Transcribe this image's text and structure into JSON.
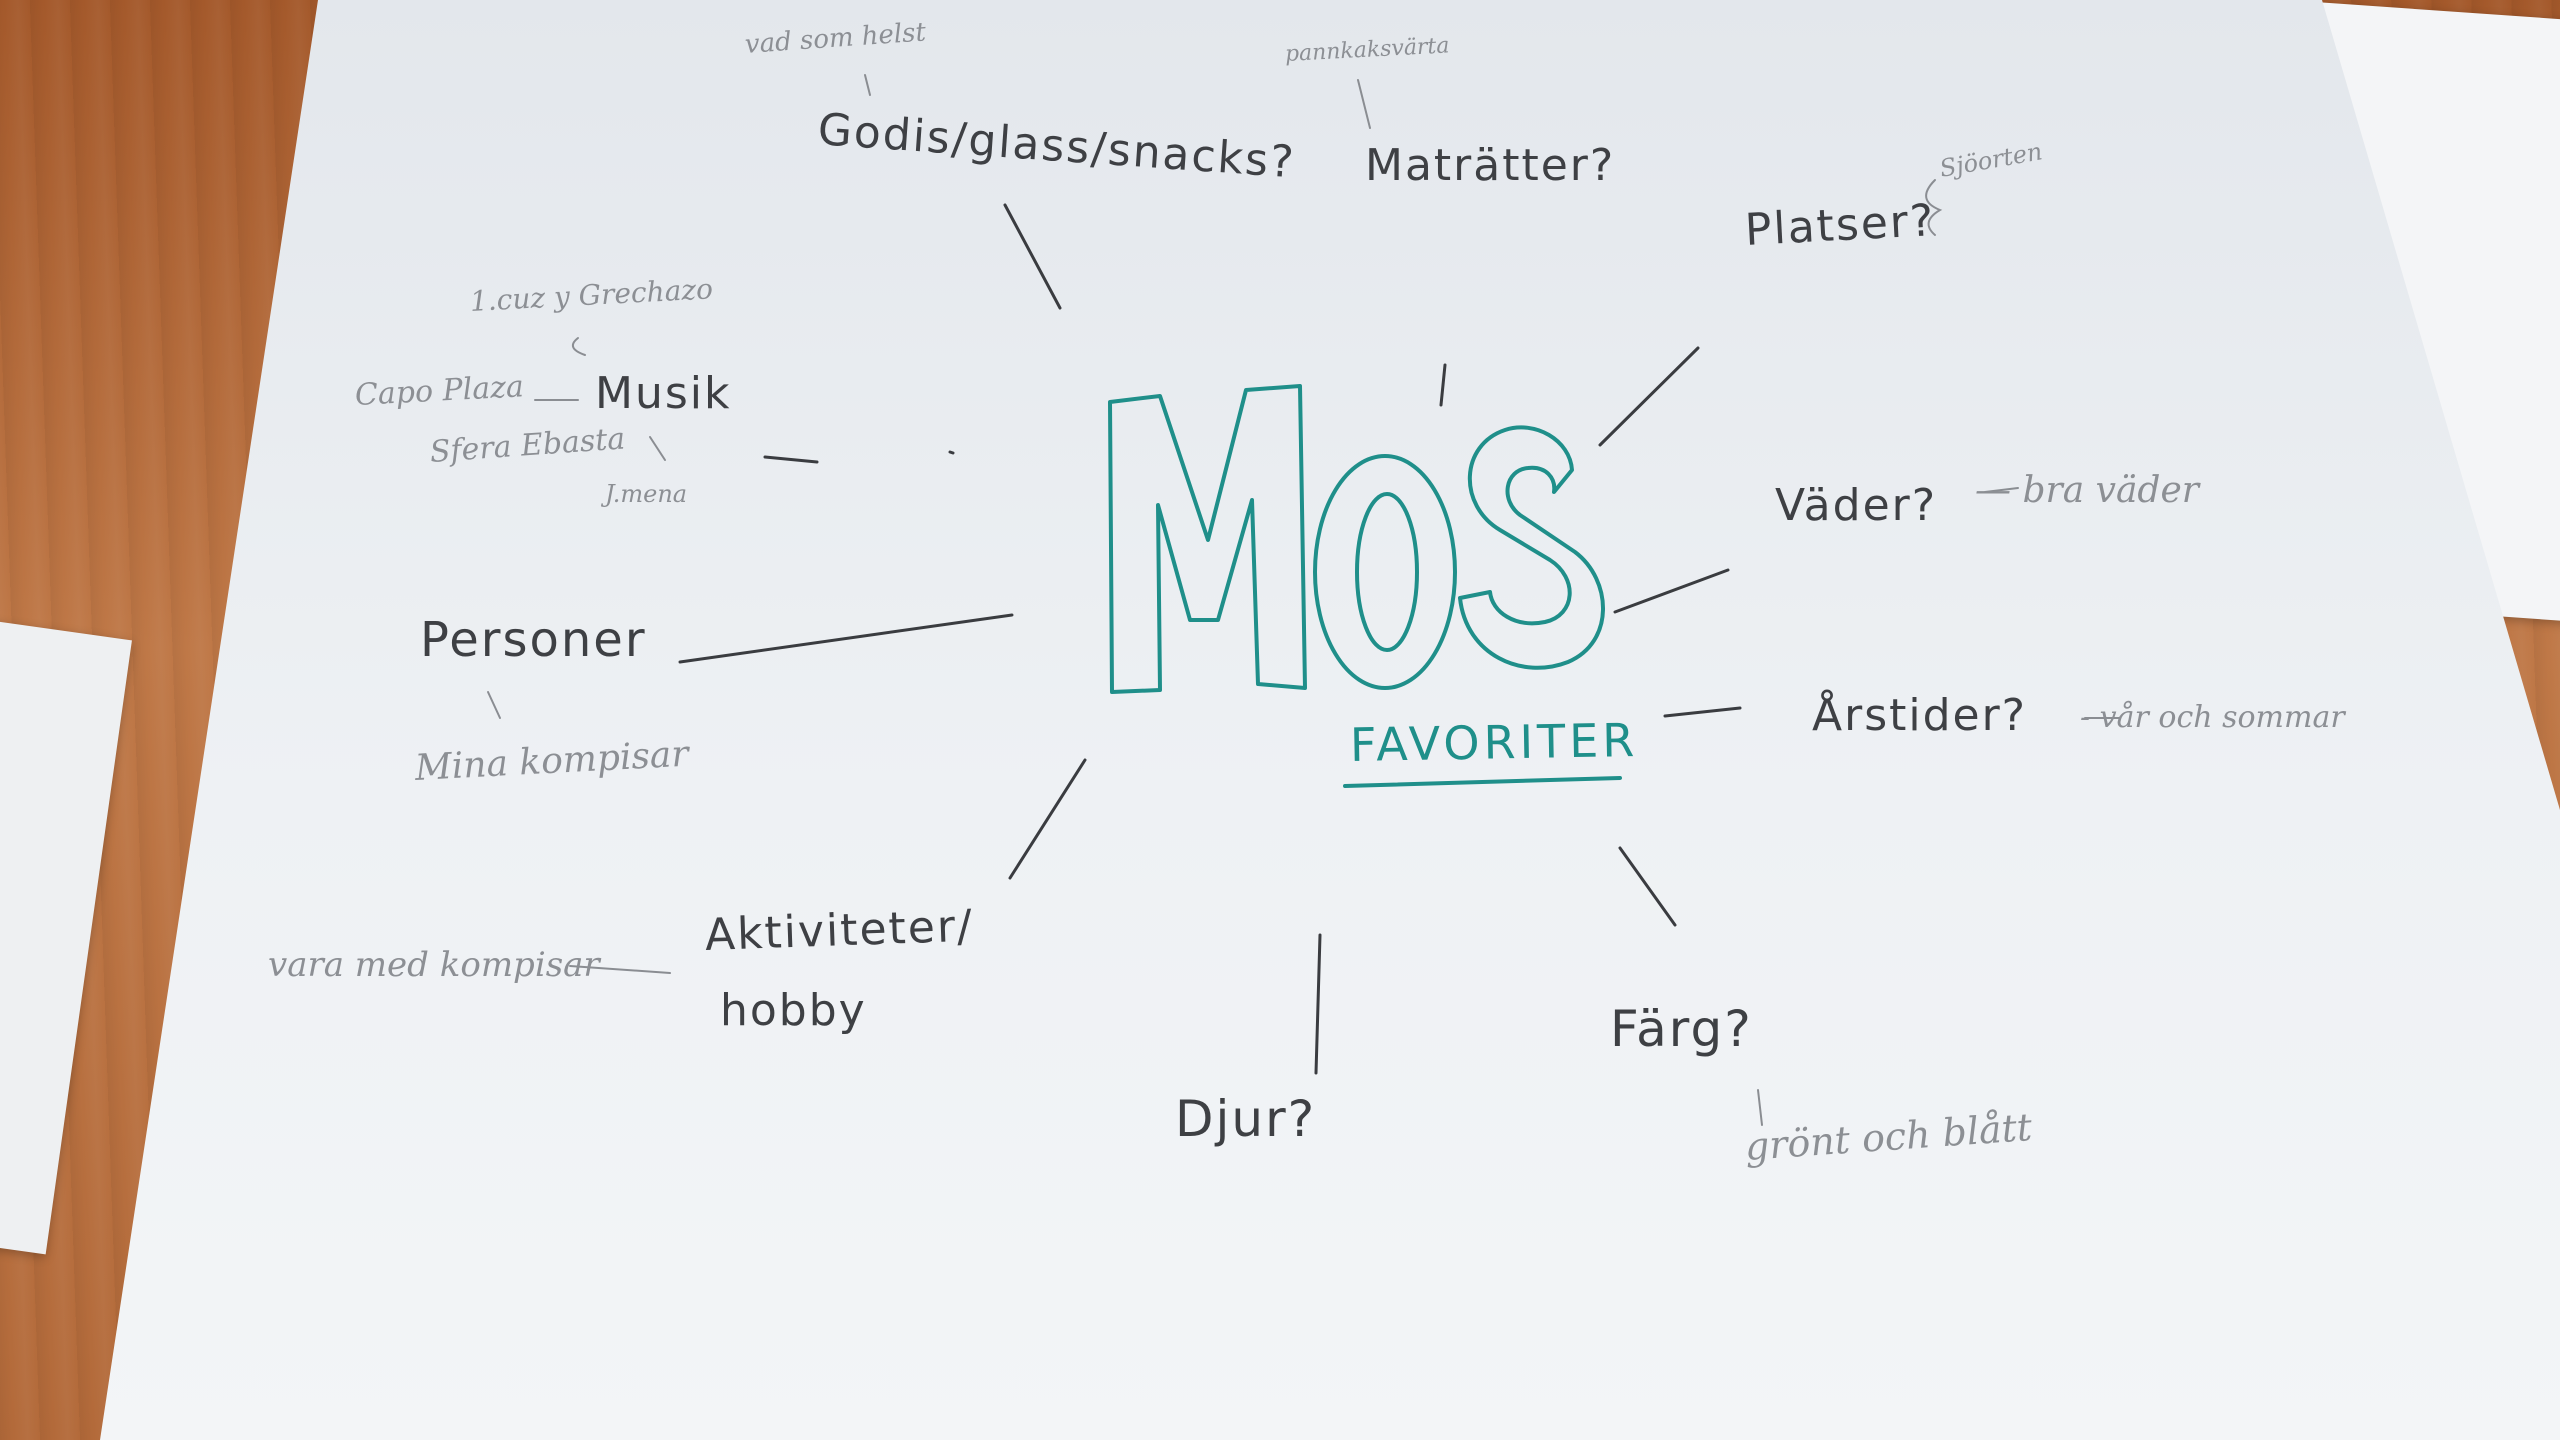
{
  "center": {
    "logo": "MOS",
    "subtitle": "FAVORITER"
  },
  "topics": {
    "godis": "Godis/glass/snacks?",
    "matratter": "Maträtter?",
    "platser": "Platser?",
    "vader": "Väder?",
    "arstider": "Årstider?",
    "farg": "Färg?",
    "djur": "Djur?",
    "aktiviteter": "Aktiviteter/",
    "hobby": "hobby",
    "personer": "Personer",
    "musik": "Musik"
  },
  "notes": {
    "godis": "vad som helst",
    "matratter": "pannkaksvärta",
    "platser": "Sjöorten",
    "vader": "— bra väder",
    "arstider": "- vår och sommar",
    "farg": "grönt och blått",
    "aktiviteter": "vara med kompisar",
    "personer": "Mina kompisar",
    "musik_1": "Capo Plaza",
    "musik_2": "Sfera Ebasta",
    "musik_3": "J.mena",
    "musik_4": "1.cuz y Grechazo"
  },
  "colors": {
    "ink": "#3e4044",
    "pencil": "#8c8f94",
    "teal": "#1f8f8a",
    "paper": "#eef1f4",
    "table": "#b46a38"
  }
}
